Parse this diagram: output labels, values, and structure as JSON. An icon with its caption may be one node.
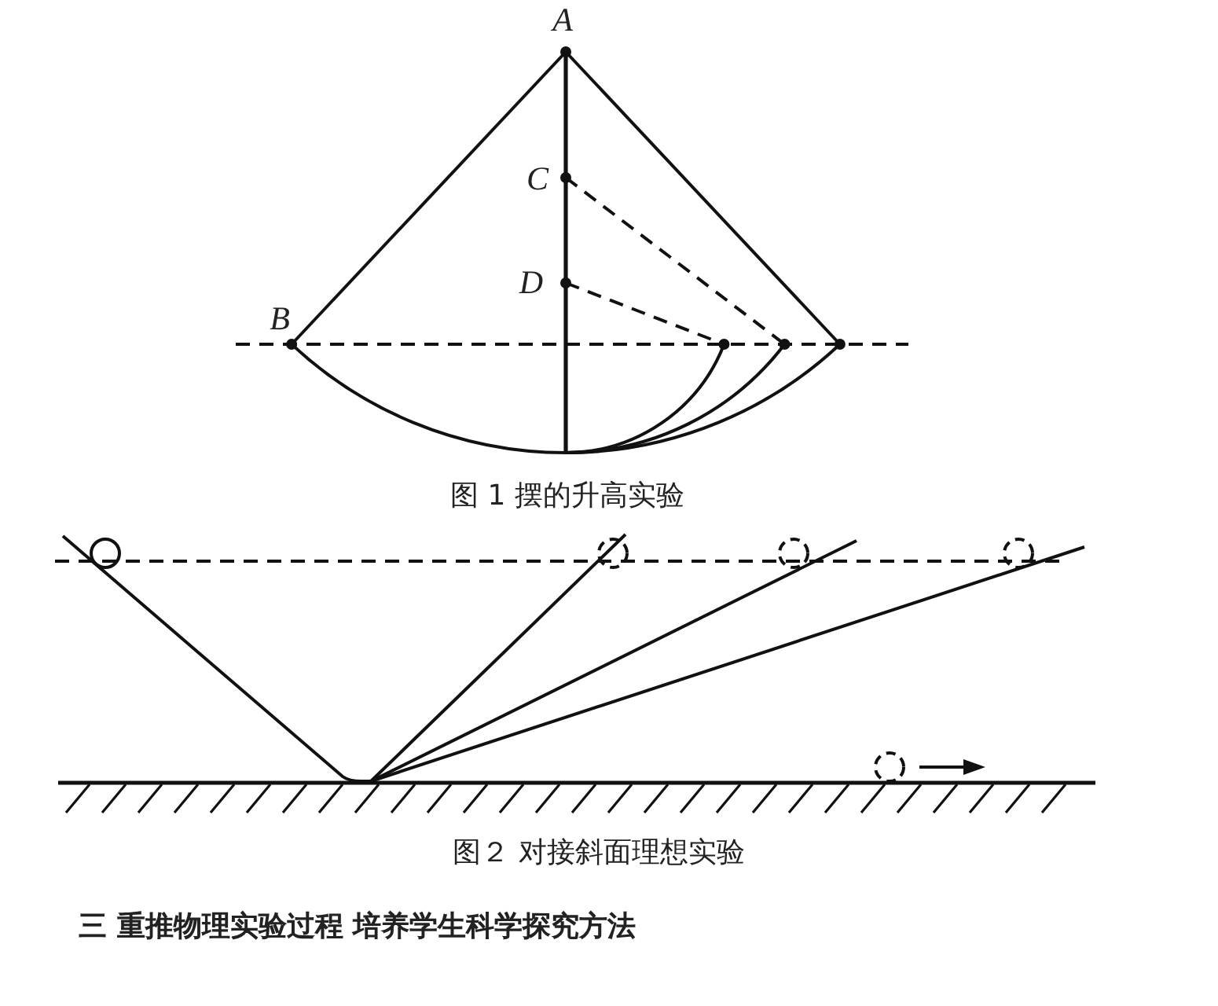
{
  "diagram": {
    "labels": [
      "A",
      "C",
      "D",
      "B",
      "图 1  摆的升高实验",
      "图２ 对接斜面理想实验",
      "三 重推物理实验过程  培养学生科学探究方法"
    ]
  }
}
